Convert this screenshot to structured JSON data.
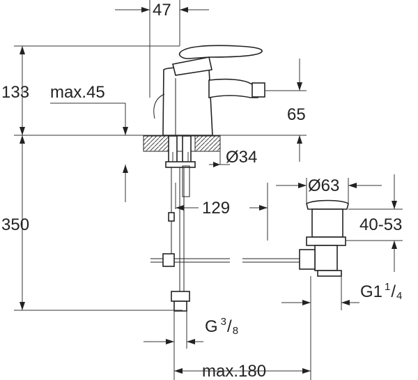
{
  "dimensions": {
    "top_width": "47",
    "spout_height": "133",
    "lever_travel": "max.45",
    "outlet_height": "65",
    "hole_diameter_symbol": "Ø",
    "hole_diameter": "34",
    "waste_diameter_symbol": "Ø",
    "waste_diameter": "63",
    "pullrod_length": "129",
    "waste_height_range": "40-53",
    "below_deck": "350",
    "waste_thread_prefix": "G1",
    "waste_thread_num": "1",
    "waste_thread_den": "4",
    "supply_thread_prefix": "G",
    "supply_thread_num": "3",
    "supply_thread_den": "8",
    "max_reach": "max.180"
  }
}
